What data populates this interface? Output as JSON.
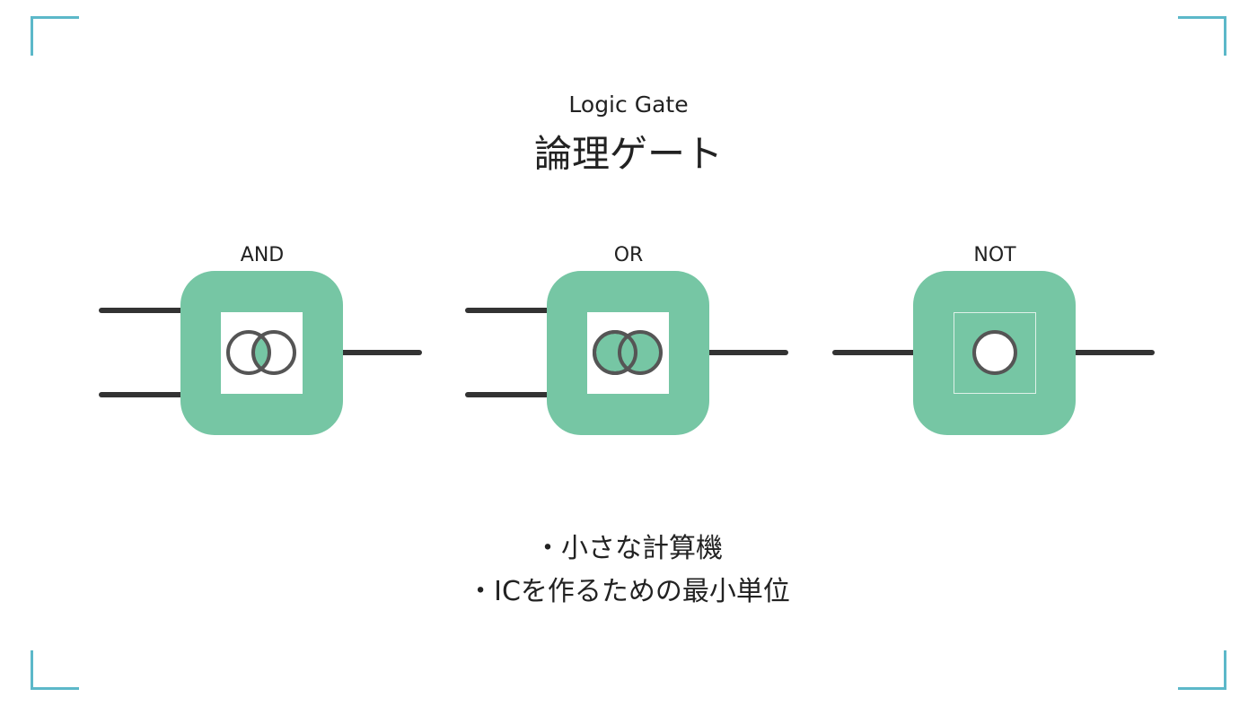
{
  "header": {
    "subtitle": "Logic Gate",
    "title": "論理ゲート"
  },
  "gates": [
    {
      "label": "AND",
      "inputs": 2,
      "symbol": "intersection"
    },
    {
      "label": "OR",
      "inputs": 2,
      "symbol": "union"
    },
    {
      "label": "NOT",
      "inputs": 1,
      "symbol": "complement"
    }
  ],
  "bullets": [
    "・小さな計算機",
    "・ICを作るための最小単位"
  ],
  "colors": {
    "gate_fill": "#76c6a4",
    "wire": "#333333",
    "circle_stroke": "#555555",
    "corner_accent": "#5cb8c9"
  }
}
